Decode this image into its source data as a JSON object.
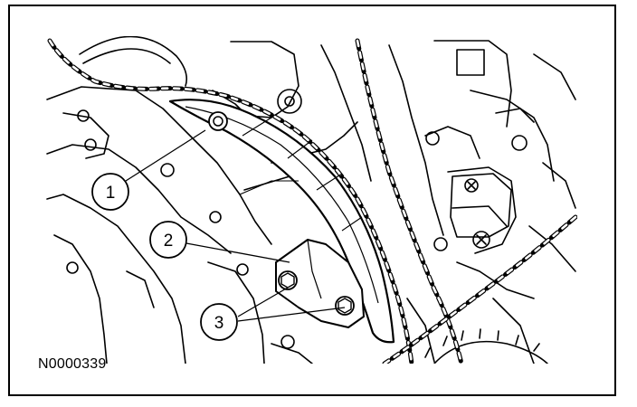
{
  "figure_id": "N0000339",
  "callouts": [
    {
      "number": "1"
    },
    {
      "number": "2"
    },
    {
      "number": "3"
    }
  ],
  "colors": {
    "line": "#000000",
    "background": "#ffffff"
  }
}
